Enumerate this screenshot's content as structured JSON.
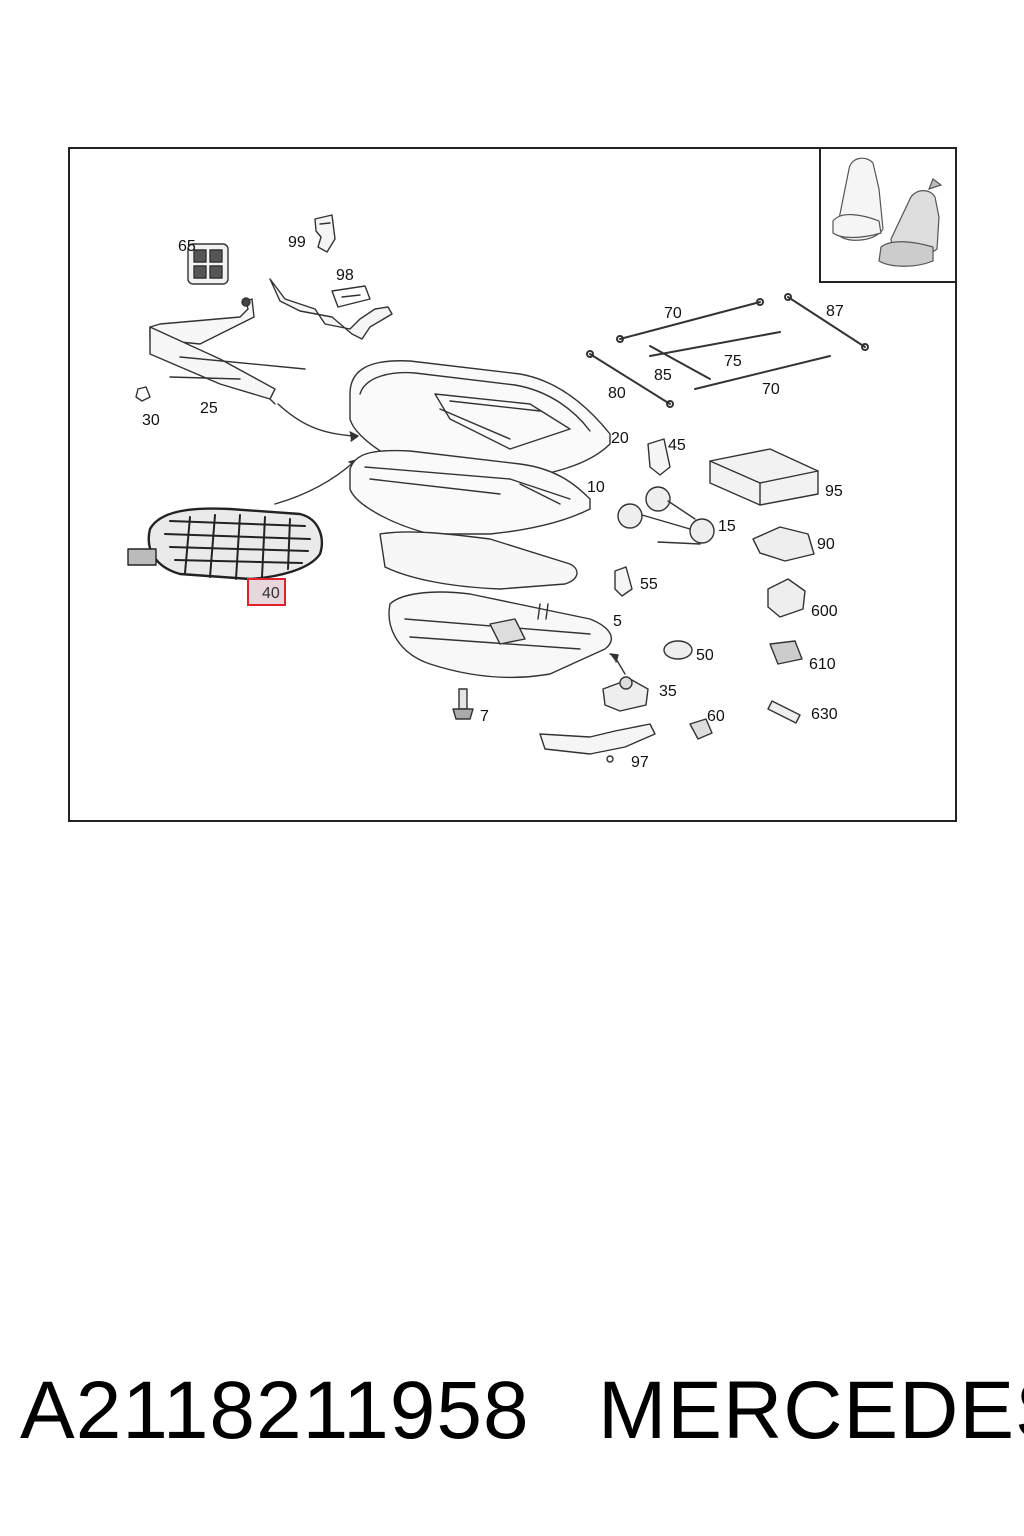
{
  "diagram": {
    "callouts": {
      "c65": "65",
      "c99": "99",
      "c98": "98",
      "c70a": "70",
      "c87": "87",
      "c75": "75",
      "c85": "85",
      "c80": "80",
      "c70b": "70",
      "c30": "30",
      "c25": "25",
      "c20": "20",
      "c45": "45",
      "c95": "95",
      "c10": "10",
      "c15": "15",
      "c90": "90",
      "c40": "40",
      "c55": "55",
      "c600": "600",
      "c5": "5",
      "c50": "50",
      "c610": "610",
      "c35": "35",
      "c7": "7",
      "c60": "60",
      "c630": "630",
      "c97": "97"
    },
    "highlight_color": "#e0202a"
  },
  "footer": {
    "part_number": "A2118211958",
    "brand": "MERCEDES"
  }
}
